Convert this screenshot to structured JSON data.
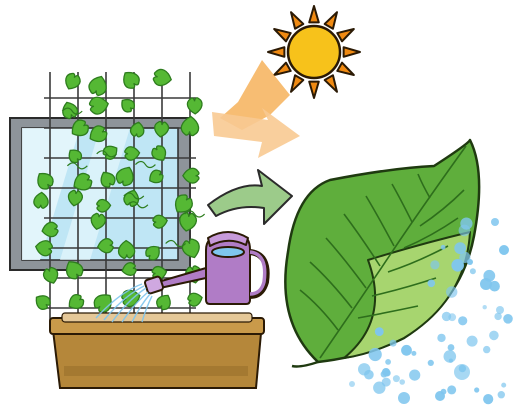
{
  "scene": {
    "description_items": [
      "sun",
      "sunlight-rays",
      "window",
      "vine-trellis",
      "watering-can",
      "planter-box",
      "arrow",
      "large-leaf",
      "water-droplets"
    ]
  },
  "colors": {
    "sun_fill": "#F7C21B",
    "sun_rays": "#F08A12",
    "light_beam": "#F6B25B",
    "window_frame": "#8E949A",
    "window_glass": "#BFE6F5",
    "vine_leaf": "#55B834",
    "vine_dark": "#2E7D1E",
    "watering_can": "#B07CC6",
    "planter": "#B5873A",
    "planter_soil": "#E5C898",
    "arrow": "#9CCB8A",
    "big_leaf": "#5FAE3C",
    "big_leaf_light": "#A7D56F",
    "droplet": "#7FC6EE"
  }
}
